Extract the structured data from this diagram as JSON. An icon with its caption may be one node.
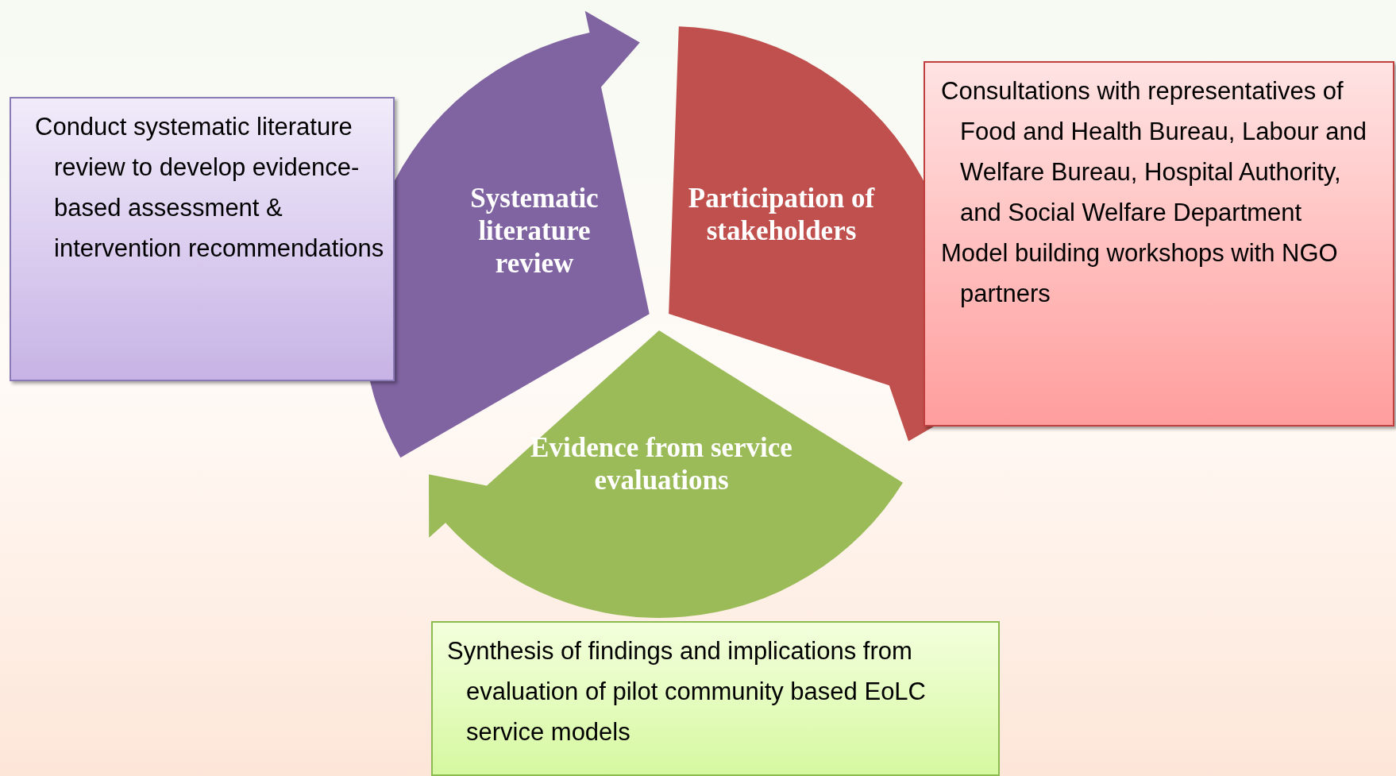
{
  "diagram": {
    "nodes": [
      {
        "text": [
          "Systematic literature review"
        ]
      },
      {
        "text": [
          "Participation of stakeholders"
        ]
      },
      {
        "text": [
          "Evidence from service evaluations"
        ]
      },
      {
        "text": [
          "Conduct systematic literature review to develop evidence-based assessment & intervention recommendations"
        ]
      },
      {
        "text": [
          "Consultations with representatives of Food and Health Bureau, Labour and Welfare Bureau, Hospital Authority, and Social Welfare Department",
          "Model building workshops with NGO partners"
        ]
      },
      {
        "text": [
          "Synthesis of findings and implications from evaluation of pilot community based EoLC service models"
        ]
      }
    ]
  }
}
